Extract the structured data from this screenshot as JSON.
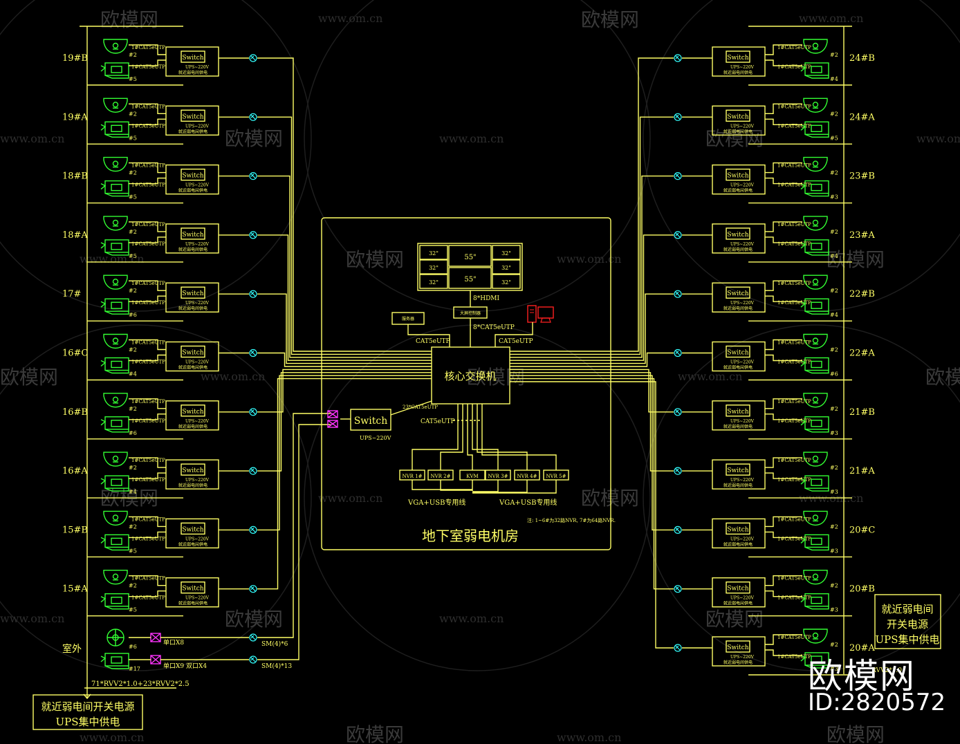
{
  "colors": {
    "background": "#000000",
    "line": "#ffff66",
    "device": "#33ff33",
    "connector": "#33ffff",
    "port": "#ff33ff",
    "pc": "#ff2020",
    "watermark": "#3a3a3a"
  },
  "watermark": {
    "brand": "欧模网",
    "url": "www.om.cn"
  },
  "brand_logo": {
    "text": "欧模网",
    "id": "ID:2820572"
  },
  "node_labels": {
    "cable": "1#CAT5eUTP",
    "switch": "Switch",
    "switch_note": "UPS~220V",
    "switch_sub": "就近弱电间供电"
  },
  "left_floors": [
    {
      "name": "19#B",
      "count_top": "#2",
      "count_bottom": "#5"
    },
    {
      "name": "19#A",
      "count_top": "#2",
      "count_bottom": "#5"
    },
    {
      "name": "18#B",
      "count_top": "#2",
      "count_bottom": "#5"
    },
    {
      "name": "18#A",
      "count_top": "#2",
      "count_bottom": "#5"
    },
    {
      "name": "17#",
      "count_top": "#2",
      "count_bottom": "#6"
    },
    {
      "name": "16#C",
      "count_top": "#2",
      "count_bottom": "#4"
    },
    {
      "name": "16#B",
      "count_top": "#2",
      "count_bottom": "#6"
    },
    {
      "name": "16#A",
      "count_top": "#2",
      "count_bottom": "#4"
    },
    {
      "name": "15#B",
      "count_top": "#2",
      "count_bottom": "#5"
    },
    {
      "name": "15#A",
      "count_top": "#2",
      "count_bottom": "#5"
    }
  ],
  "right_floors": [
    {
      "name": "24#B",
      "count_top": "#2",
      "count_bottom": "#4"
    },
    {
      "name": "24#A",
      "count_top": "#2",
      "count_bottom": "#5"
    },
    {
      "name": "23#B",
      "count_top": "#2",
      "count_bottom": "#3"
    },
    {
      "name": "23#A",
      "count_top": "#2",
      "count_bottom": "#4"
    },
    {
      "name": "22#B",
      "count_top": "#2",
      "count_bottom": "#4"
    },
    {
      "name": "22#A",
      "count_top": "#2",
      "count_bottom": "#6"
    },
    {
      "name": "21#B",
      "count_top": "#2",
      "count_bottom": "#3"
    },
    {
      "name": "21#A",
      "count_top": "#2",
      "count_bottom": "#3"
    },
    {
      "name": "20#C",
      "count_top": "#2",
      "count_bottom": "#3"
    },
    {
      "name": "20#B",
      "count_top": "#2",
      "count_bottom": "#3"
    },
    {
      "name": "20#A",
      "count_top": "#2",
      "count_bottom": "#3"
    }
  ],
  "outdoor": {
    "name": "室外",
    "count_top": "#6",
    "count_bottom": "#17",
    "port_top": "单口X8",
    "port_bottom": "单口X9  双口X4",
    "fiber_top": "SM(4)*6",
    "fiber_bottom": "SM(4)*13"
  },
  "left_power_cable": "71*RVV2*1.0+23*RVV2*2.5",
  "left_power_note": [
    "就近弱电间开关电源",
    "UPS集中供电"
  ],
  "right_power_note": [
    "就近弱电间",
    "开关电源",
    "UPS集中供电"
  ],
  "right_power_cable": "RVV2*1.0",
  "room": {
    "title": "地下室弱电机房",
    "core_switch": "核心交换机",
    "screens": {
      "small": "32\"",
      "large": "55\""
    },
    "hdmi": "8*HDMI",
    "matrix_box": "大屏控制器",
    "server_box": "服务器",
    "cat_uplink": "8*CAT5eUTP",
    "cat_left": "CAT5eUTP",
    "cat_right": "CAT5eUTP",
    "cat_switch": "23*CAT5eUTP",
    "cat_nvr": "CAT5eUTP",
    "switch": "Switch",
    "switch_power": "UPS~220V",
    "nvr_boxes": [
      "NVR 1#",
      "NVR 2#",
      "KVM",
      "NVR 3#",
      "NVR 4#",
      "NVR 5#"
    ],
    "vga_left": "VGA+USB专用线",
    "vga_right": "VGA+USB专用线",
    "note": "注: 1~6#为32路NVR, 7#为64路NVR."
  }
}
